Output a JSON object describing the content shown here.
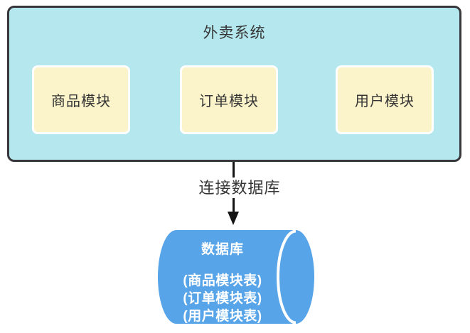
{
  "system": {
    "title": "外卖系统",
    "modules": [
      {
        "label": "商品模块"
      },
      {
        "label": "订单模块"
      },
      {
        "label": "用户模块"
      }
    ]
  },
  "connection": {
    "label": "连接数据库"
  },
  "database": {
    "title": "数据库",
    "tables": [
      "(商品模块表)",
      "(订单模块表)",
      "(用户模块表)"
    ]
  },
  "colors": {
    "background": "#FFFFFF",
    "system_fill": "#B4E7EE",
    "system_border": "#38383C",
    "module_fill": "#FBF3C9",
    "module_border": "#FFFFFF",
    "database_fill": "#57A4E8",
    "database_cap_line": "#FFFFFF",
    "database_text": "#FFFFFF",
    "dark_text": "#363636",
    "arrow": "#141414"
  }
}
